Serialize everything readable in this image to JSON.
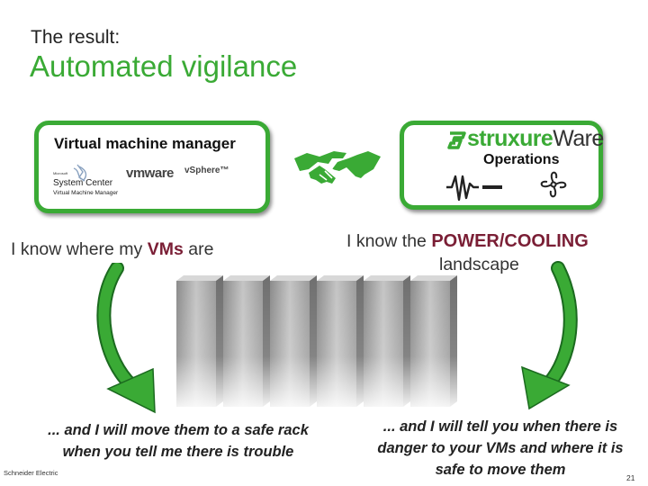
{
  "slide": {
    "subtitle": "The result:",
    "title": "Automated vigilance",
    "accent_color": "#3aaa35",
    "highlight_color": "#7a1e35"
  },
  "vm_panel": {
    "label": "Virtual machine manager",
    "system_center_text": [
      "Microsoft",
      "System Center",
      "Virtual Machine Manager"
    ],
    "vmware_text": "vmware",
    "vsphere_text": "vSphere™",
    "icon": "system-center-logo"
  },
  "ops_panel": {
    "brand_prefix": "struxure",
    "brand_suffix": "Ware",
    "label": "Operations",
    "icons": [
      "power-wave-icon",
      "cooling-fan-icon"
    ]
  },
  "left": {
    "prefix": "I know where my ",
    "highlight": "VMs",
    "suffix": " are",
    "result_line_1": "... and I will move them to a safe rack",
    "result_line_2": "when you tell me there is trouble"
  },
  "right": {
    "prefix": "I know the ",
    "highlight": "POWER/COOLING",
    "line_2": "landscape",
    "result_line_1": "... and I will tell you when there is",
    "result_line_2": "danger to your VMs and where it is",
    "result_line_3": "safe to move them"
  },
  "footer": {
    "company": "Schneider Electric",
    "page_number": "21"
  }
}
